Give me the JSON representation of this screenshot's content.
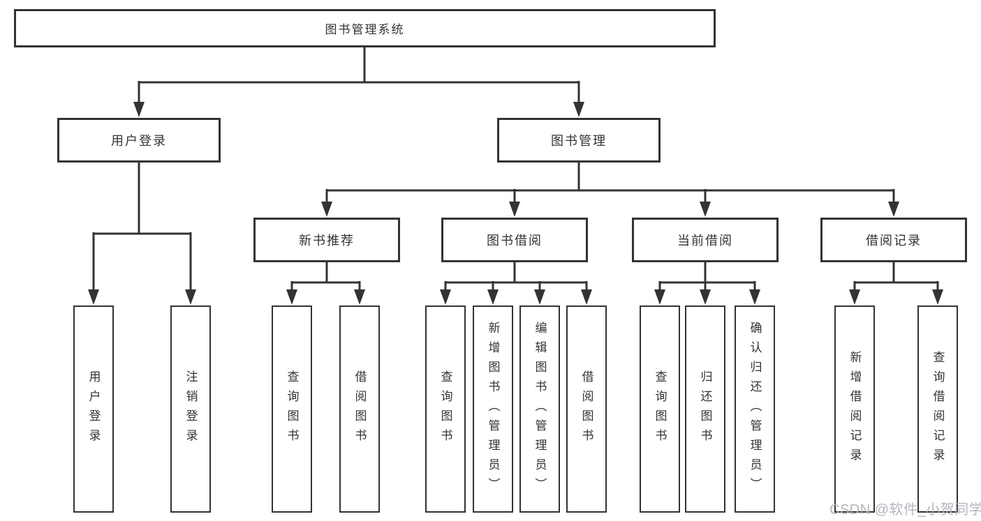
{
  "colors": {
    "line": "#333333",
    "box_border": "#333333",
    "text": "#333333",
    "background": "#ffffff",
    "watermark": "#b5b5bd"
  },
  "tree": {
    "root": {
      "label": "图书管理系统"
    },
    "branches": [
      {
        "label": "用户登录",
        "children": [
          {
            "label": "用户登录"
          },
          {
            "label": "注销登录"
          }
        ]
      },
      {
        "label": "图书管理",
        "children": [
          {
            "label": "新书推荐",
            "children": [
              {
                "label": "查询图书"
              },
              {
                "label": "借阅图书"
              }
            ]
          },
          {
            "label": "图书借阅",
            "children": [
              {
                "label": "查询图书"
              },
              {
                "label": "新增图书（管理员）"
              },
              {
                "label": "编辑图书（管理员）"
              },
              {
                "label": "借阅图书"
              }
            ]
          },
          {
            "label": "当前借阅",
            "children": [
              {
                "label": "查询图书"
              },
              {
                "label": "归还图书"
              },
              {
                "label": "确认归还（管理员）"
              }
            ]
          },
          {
            "label": "借阅记录",
            "children": [
              {
                "label": "新增借阅记录"
              },
              {
                "label": "查询借阅记录"
              }
            ]
          }
        ]
      }
    ]
  },
  "watermark": {
    "text": "CSDN @软件_小贺同学"
  }
}
